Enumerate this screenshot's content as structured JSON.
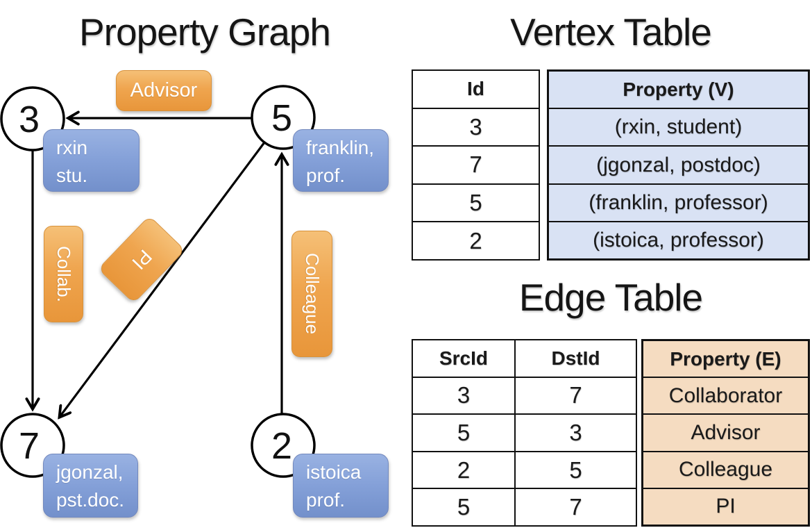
{
  "graph": {
    "title": "Property Graph",
    "nodes": [
      {
        "id": "3",
        "property_lines": [
          "rxin",
          "stu."
        ]
      },
      {
        "id": "5",
        "property_lines": [
          "franklin,",
          "prof."
        ]
      },
      {
        "id": "7",
        "property_lines": [
          "jgonzal,",
          "pst.doc."
        ]
      },
      {
        "id": "2",
        "property_lines": [
          "istoica",
          "prof."
        ]
      }
    ],
    "edge_labels": {
      "advisor": "Advisor",
      "collab": "Collab.",
      "pi": "PI",
      "colleague": "Colleague"
    }
  },
  "vertex_table": {
    "title": "Vertex Table",
    "id_header": "Id",
    "property_header": "Property (V)",
    "rows": [
      {
        "id": "3",
        "property": "(rxin, student)"
      },
      {
        "id": "7",
        "property": "(jgonzal, postdoc)"
      },
      {
        "id": "5",
        "property": "(franklin, professor)"
      },
      {
        "id": "2",
        "property": "(istoica, professor)"
      }
    ]
  },
  "edge_table": {
    "title": "Edge Table",
    "src_header": "SrcId",
    "dst_header": "DstId",
    "property_header": "Property (E)",
    "rows": [
      {
        "src": "3",
        "dst": "7",
        "property": "Collaborator"
      },
      {
        "src": "5",
        "dst": "3",
        "property": "Advisor"
      },
      {
        "src": "2",
        "dst": "5",
        "property": "Colleague"
      },
      {
        "src": "5",
        "dst": "7",
        "property": "PI"
      }
    ]
  },
  "colors": {
    "edge_label_orange": "#EFA54F",
    "vertex_box_blue": "#84A0D8",
    "vertex_table_fill": "#D9E2F4",
    "edge_table_fill": "#F5DCC1",
    "line_black": "#000000"
  }
}
